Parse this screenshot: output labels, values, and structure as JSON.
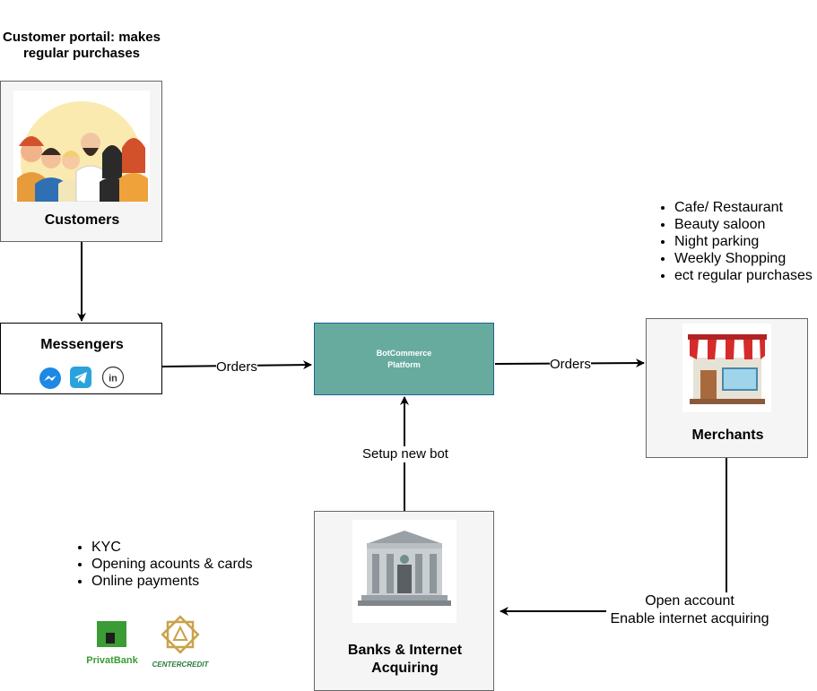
{
  "customer_portal_caption": "Customer portail: makes regular purchases",
  "nodes": {
    "customers": {
      "label": "Customers"
    },
    "messengers": {
      "label": "Messengers",
      "icons": [
        "messenger-icon",
        "telegram-icon",
        "linkedin-icon"
      ]
    },
    "platform": {
      "line1": "BotCommerce",
      "line2": "Platform"
    },
    "merchants": {
      "label": "Merchants"
    },
    "banks": {
      "line1": "Banks & Internet",
      "line2": "Acquiring"
    }
  },
  "edges": {
    "messengers_to_platform": "Orders",
    "platform_to_merchants": "Orders",
    "banks_to_platform": "Setup new bot",
    "merchants_to_banks_line1": "Open account",
    "merchants_to_banks_line2": "Enable internet acquiring"
  },
  "merchant_examples": [
    "Cafe/ Restaurant",
    "Beauty saloon",
    "Night parking",
    "Weekly Shopping",
    "ect regular purchases"
  ],
  "bank_services": [
    "KYC",
    "Opening acounts & cards",
    "Online payments"
  ],
  "bank_logos": {
    "privatbank": "PrivatBank",
    "centercredit": "CENTERCREDIT"
  },
  "colors": {
    "platform_fill": "#67AB9F",
    "platform_border": "#1f5f9a",
    "privat_green": "#3b9b35",
    "centercredit_gold": "#c9a24a"
  }
}
